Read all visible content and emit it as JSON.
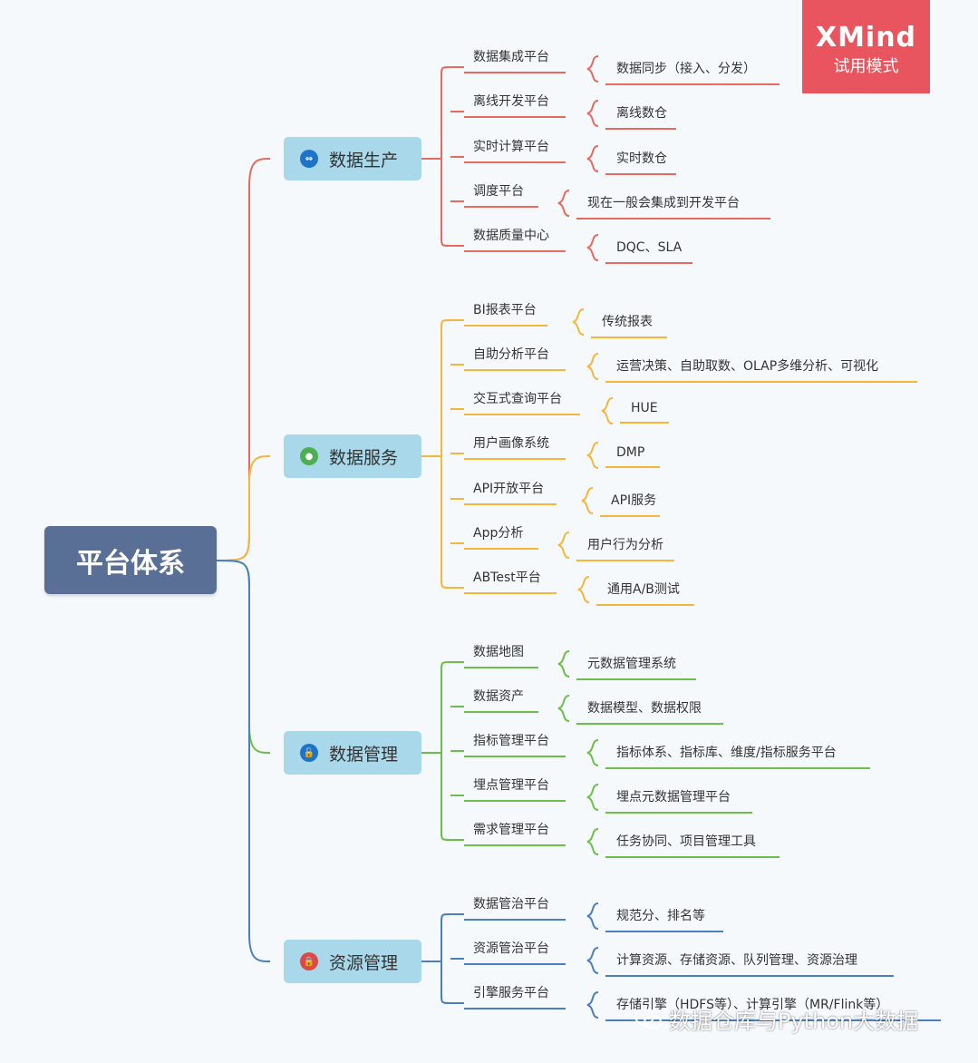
{
  "root": {
    "label": "平台体系"
  },
  "watermark": {
    "brand": "XMind",
    "mode": "试用模式",
    "account": "数据仓库与Python大数据"
  },
  "branches": [
    {
      "label": "数据生产",
      "color": "#e86a5d",
      "icon": "swap-arrows-icon",
      "icon_color": "#1e73c9",
      "items": [
        {
          "label": "数据集成平台",
          "detail": "数据同步（接入、分发）"
        },
        {
          "label": "离线开发平台",
          "detail": "离线数仓"
        },
        {
          "label": "实时计算平台",
          "detail": "实时数仓"
        },
        {
          "label": "调度平台",
          "detail": "现在一般会集成到开发平台"
        },
        {
          "label": "数据质量中心",
          "detail": "DQC、SLA"
        }
      ]
    },
    {
      "label": "数据服务",
      "color": "#f5b63a",
      "icon": "users-icon",
      "icon_color": "#4caf50",
      "items": [
        {
          "label": "BI报表平台",
          "detail": "传统报表"
        },
        {
          "label": "自助分析平台",
          "detail": "运营决策、自助取数、OLAP多维分析、可视化"
        },
        {
          "label": "交互式查询平台",
          "detail": "HUE"
        },
        {
          "label": "用户画像系统",
          "detail": "DMP"
        },
        {
          "label": "API开放平台",
          "detail": "API服务"
        },
        {
          "label": "App分析",
          "detail": "用户行为分析"
        },
        {
          "label": "ABTest平台",
          "detail": "通用A/B测试"
        }
      ]
    },
    {
      "label": "数据管理",
      "color": "#6cc04a",
      "icon": "lock-open-icon",
      "icon_color": "#1e73c9",
      "items": [
        {
          "label": "数据地图",
          "detail": "元数据管理系统"
        },
        {
          "label": "数据资产",
          "detail": "数据模型、数据权限"
        },
        {
          "label": "指标管理平台",
          "detail": "指标体系、指标库、维度/指标服务平台"
        },
        {
          "label": "埋点管理平台",
          "detail": "埋点元数据管理平台"
        },
        {
          "label": "需求管理平台",
          "detail": "任务协同、项目管理工具"
        }
      ]
    },
    {
      "label": "资源管理",
      "color": "#4a7fc1",
      "icon": "lock-icon",
      "icon_color": "#e04848",
      "items": [
        {
          "label": "数据管治平台",
          "detail": "规范分、排名等"
        },
        {
          "label": "资源管治平台",
          "detail": "计算资源、存储资源、队列管理、资源治理"
        },
        {
          "label": "引擎服务平台",
          "detail": "存储引擎（HDFS等）、计算引擎（MR/Flink等）"
        }
      ]
    }
  ]
}
